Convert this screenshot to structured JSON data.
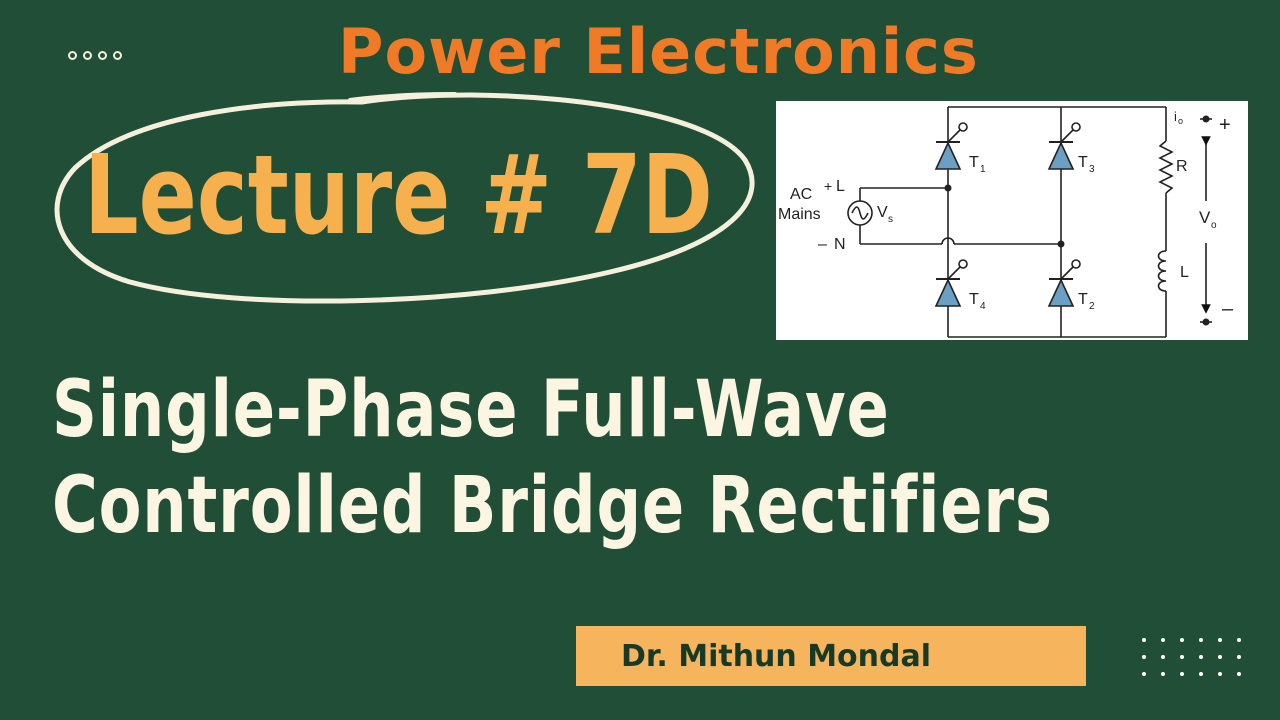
{
  "course_title": "Power Electronics",
  "lecture_label": "Lecture # 7D",
  "subtitle": {
    "line1": "Single-Phase Full-Wave",
    "line2": "Controlled Bridge Rectifiers"
  },
  "author": "Dr. Mithun Mondal",
  "circuit": {
    "ac_label": "AC",
    "mains_label": "Mains",
    "line_terminal": "L",
    "neutral_terminal": "N",
    "plus_sign": "+",
    "minus_sign": "–",
    "source_label": "V",
    "source_sub": "s",
    "t1": "T",
    "t1_sub": "1",
    "t2": "T",
    "t2_sub": "2",
    "t3": "T",
    "t3_sub": "3",
    "t4": "T",
    "t4_sub": "4",
    "resistor": "R",
    "inductor": "L",
    "current_label": "i",
    "current_sub": "o",
    "output_label": "V",
    "output_sub": "o",
    "out_plus": "+",
    "out_minus": "–"
  },
  "colors": {
    "background": "#214e36",
    "accent_orange": "#f07a25",
    "accent_gold": "#f6b14e",
    "text_cream": "#fbf5e1",
    "thyristor_fill": "#6b9fc4"
  }
}
